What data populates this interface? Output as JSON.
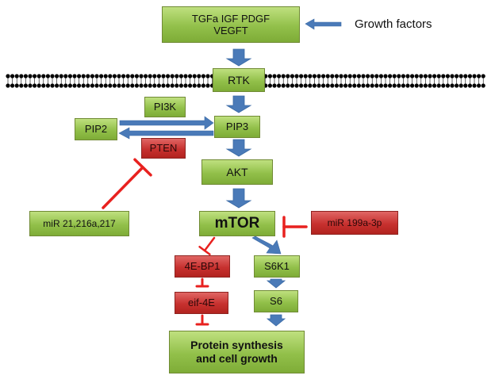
{
  "growth_factors": {
    "box_lines": [
      "TGFa IGF PDGF",
      "VEGFT"
    ],
    "label": "Growth factors"
  },
  "nodes": {
    "rtk": "RTK",
    "pi3k": "PI3K",
    "pip2": "PIP2",
    "pip3": "PIP3",
    "pten": "PTEN",
    "akt": "AKT",
    "mtor": "mTOR",
    "mir_21": "miR 21,216a,217",
    "mir_199": "miR 199a-3p",
    "bp1": "4E-BP1",
    "s6k1": "S6K1",
    "eif4e": "eif-4E",
    "s6": "S6",
    "protein_synthesis_lines": [
      "Protein synthesis",
      "and cell growth"
    ]
  },
  "colors": {
    "activator_box": "#9bc653",
    "inhibitor_box": "#c8302d",
    "activation_arrow": "#4a7ab8",
    "inhibition_line": "#e8211f",
    "membrane": "#000000"
  }
}
